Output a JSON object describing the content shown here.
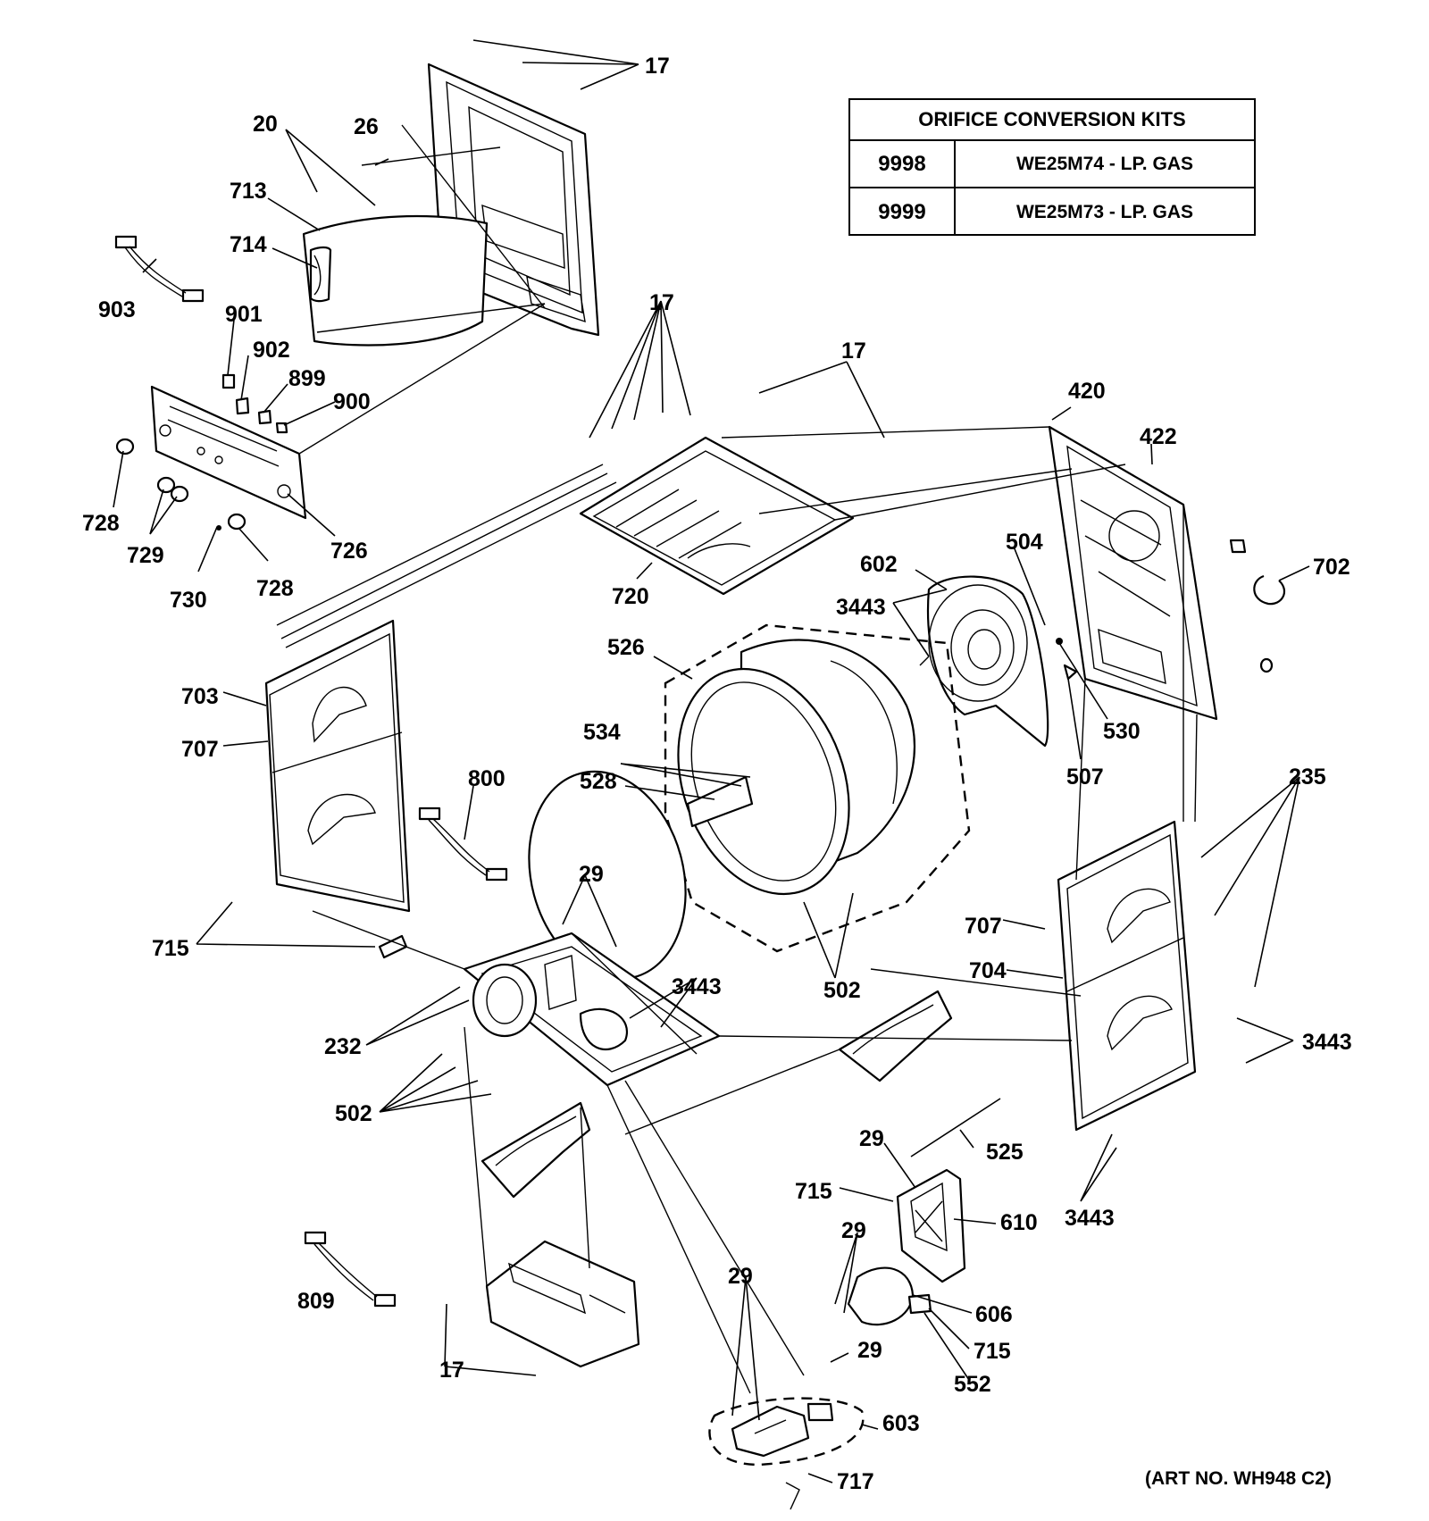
{
  "table": {
    "title": "ORIFICE CONVERSION KITS",
    "rows": [
      {
        "code": "9998",
        "kit": "WE25M74 - LP. GAS"
      },
      {
        "code": "9999",
        "kit": "WE25M73 - LP. GAS"
      }
    ]
  },
  "art_number": "(ART NO. WH948 C2)",
  "callouts": {
    "c17a": "17",
    "c20": "20",
    "c26": "26",
    "c713": "713",
    "c714": "714",
    "c903": "903",
    "c901": "901",
    "c902": "902",
    "c899": "899",
    "c900": "900",
    "c728a": "728",
    "c729": "729",
    "c730": "730",
    "c728b": "728",
    "c726": "726",
    "c17b": "17",
    "c17c": "17",
    "c720": "720",
    "c420": "420",
    "c422": "422",
    "c702": "702",
    "c504": "504",
    "c602": "602",
    "c3443a": "3443",
    "c526": "526",
    "c530": "530",
    "c507": "507",
    "c534": "534",
    "c528": "528",
    "c703": "703",
    "c707a": "707",
    "c800": "800",
    "c715a": "715",
    "c29a": "29",
    "c235": "235",
    "c707b": "707",
    "c704": "704",
    "c3443b": "3443",
    "c502a": "502",
    "c3443c": "3443",
    "c232": "232",
    "c502b": "502",
    "c29b": "29",
    "c525": "525",
    "c715b": "715",
    "c610": "610",
    "c3443d": "3443",
    "c29c": "29",
    "c606": "606",
    "c715c": "715",
    "c552": "552",
    "c29d": "29",
    "c29e": "29",
    "c809": "809",
    "c17d": "17",
    "c603": "603",
    "c717": "717"
  }
}
